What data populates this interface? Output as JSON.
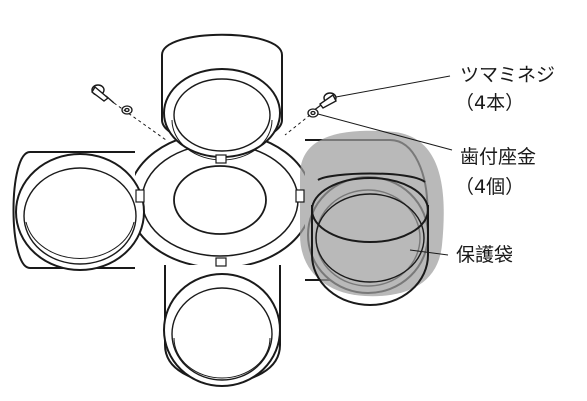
{
  "labels": {
    "thumb_screw": "ツマミネジ",
    "thumb_screw_count": "（4本）",
    "toothed_washer": "歯付座金",
    "toothed_washer_count": "（4個）",
    "protective_bag": "保護袋"
  },
  "colors": {
    "line": "#1a1a1a",
    "background": "#ffffff",
    "bag_fill": "#9e9e9e"
  }
}
